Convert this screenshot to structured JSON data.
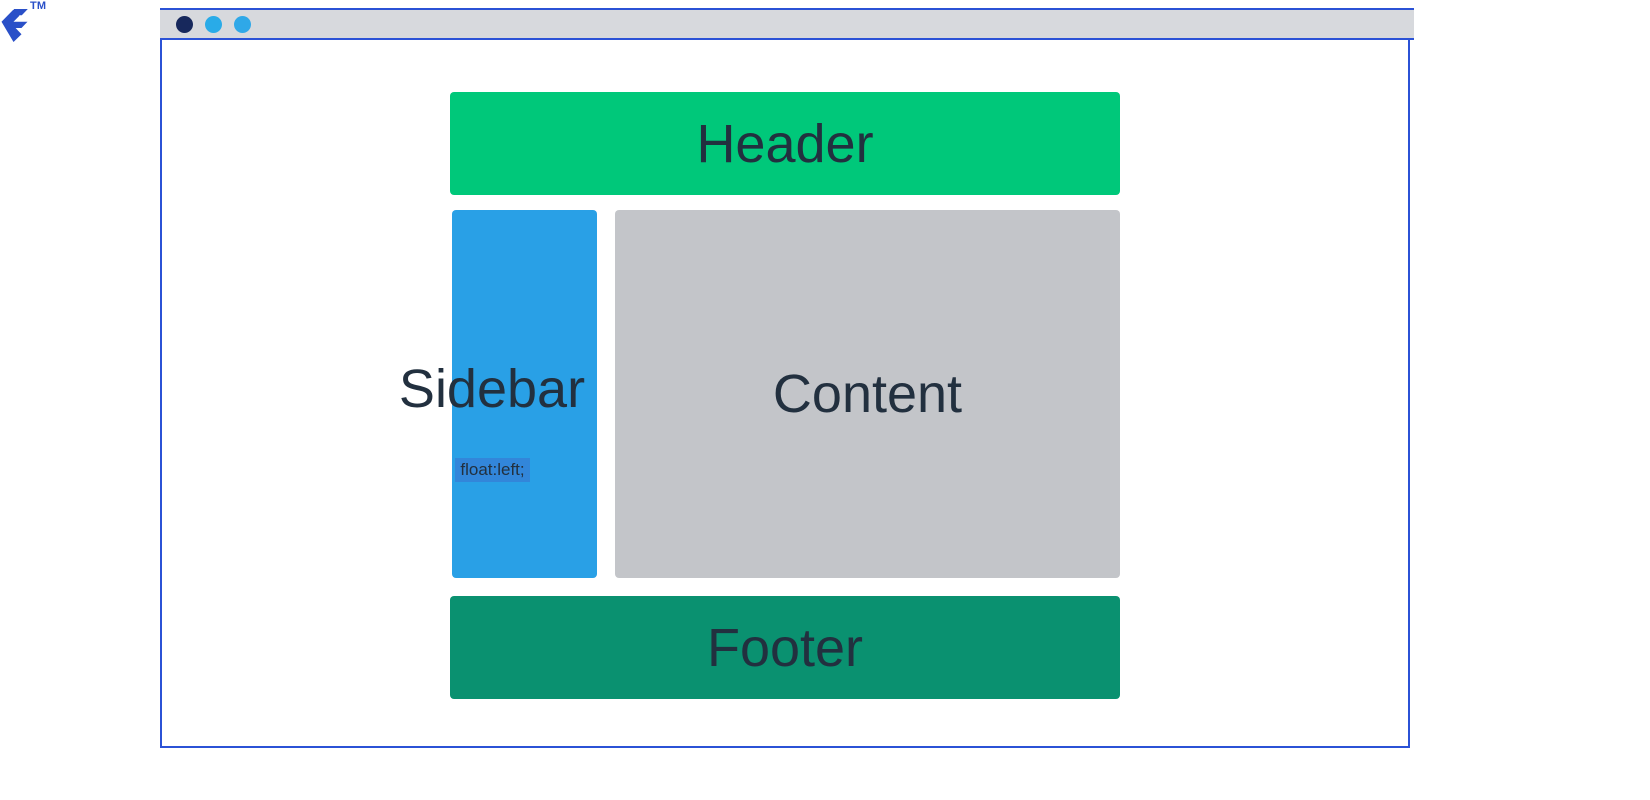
{
  "brand": {
    "name": "toptal-logo",
    "trademark": "TM",
    "logo_color": "#2A50C8"
  },
  "browser": {
    "frame_border_color": "#2B52D6",
    "title_bar_color": "#D7D9DD",
    "traffic_lights": [
      {
        "name": "window-dot-close",
        "color": "#17285C"
      },
      {
        "name": "window-dot-minimize",
        "color": "#29ABE8"
      },
      {
        "name": "window-dot-maximize",
        "color": "#2FA8E8"
      }
    ]
  },
  "layout_demo": {
    "blocks": [
      {
        "key": "header",
        "label": "Header",
        "color": "#00C87A",
        "text_color": "#22303F"
      },
      {
        "key": "sidebar",
        "label": "Sidebar",
        "color": "#29A0E6",
        "text_color": "#22303F"
      },
      {
        "key": "content",
        "label": "Content",
        "color": "#C3C5C9",
        "text_color": "#22303F"
      },
      {
        "key": "footer",
        "label": "Footer",
        "color": "#0A9170",
        "text_color": "#22303F"
      }
    ],
    "annotation": {
      "text": "float:left;",
      "highlight_color": "rgba(64, 96, 200, 0.40)",
      "applies_to": "sidebar"
    }
  }
}
